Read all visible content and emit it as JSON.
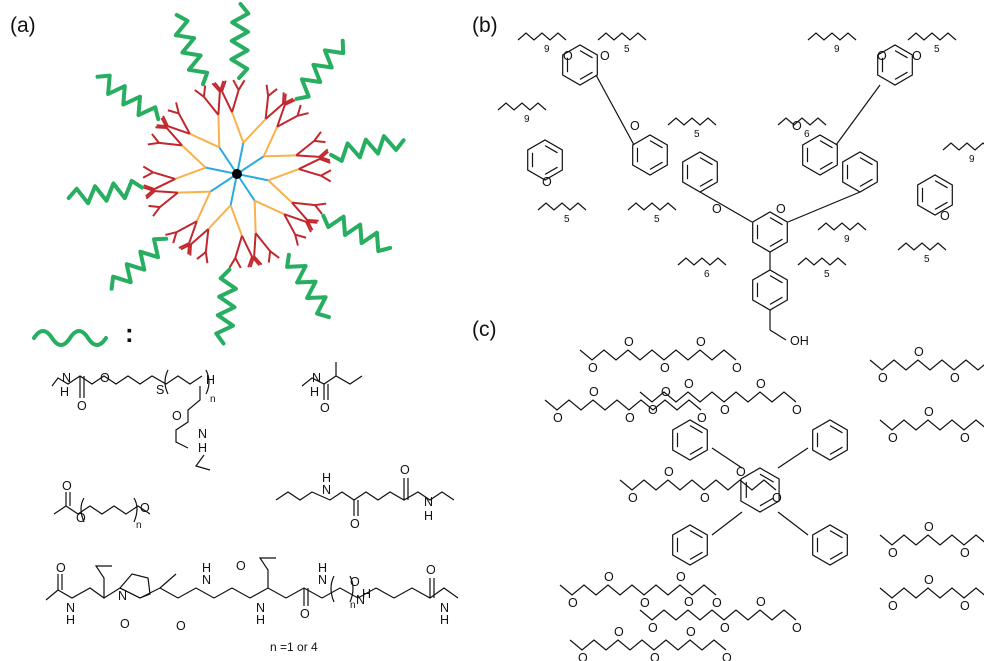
{
  "panels": {
    "a": {
      "label": "(a)",
      "colors": {
        "core": "#000000",
        "gen1": "#29abe2",
        "gen2": "#f7b24c",
        "gen3": "#c1272d",
        "chain": "#27ae60"
      },
      "legend_colon": ":",
      "structures": [
        {
          "id": "carbamate-thioether",
          "atoms": [
            "N",
            "H",
            "O",
            "O",
            "S",
            "H",
            "n",
            "O",
            "N",
            "H"
          ]
        },
        {
          "id": "isobutyramide",
          "atoms": [
            "N",
            "H",
            "O"
          ]
        },
        {
          "id": "peg-ester",
          "atoms": [
            "O",
            "O",
            "n",
            "O"
          ]
        },
        {
          "id": "succinamide",
          "atoms": [
            "N",
            "H",
            "O",
            "O",
            "N",
            "H"
          ]
        },
        {
          "id": "peptide",
          "atoms": [
            "O",
            "N",
            "H",
            "O",
            "N",
            "O",
            "N",
            "H",
            "O",
            "N",
            "H",
            "O",
            "N",
            "H",
            "n",
            "O",
            "N",
            "H"
          ]
        }
      ],
      "note": "n =1 or 4"
    },
    "b": {
      "label": "(b)",
      "subscripts": [
        "9",
        "5",
        "9",
        "5",
        "9",
        "5",
        "6",
        "9",
        "5",
        "5",
        "9",
        "5",
        "6",
        "5"
      ],
      "atoms_text": [
        "O",
        "O",
        "O",
        "O",
        "O",
        "OH"
      ]
    },
    "c": {
      "label": "(c)",
      "atoms_text": [
        "O"
      ]
    }
  }
}
